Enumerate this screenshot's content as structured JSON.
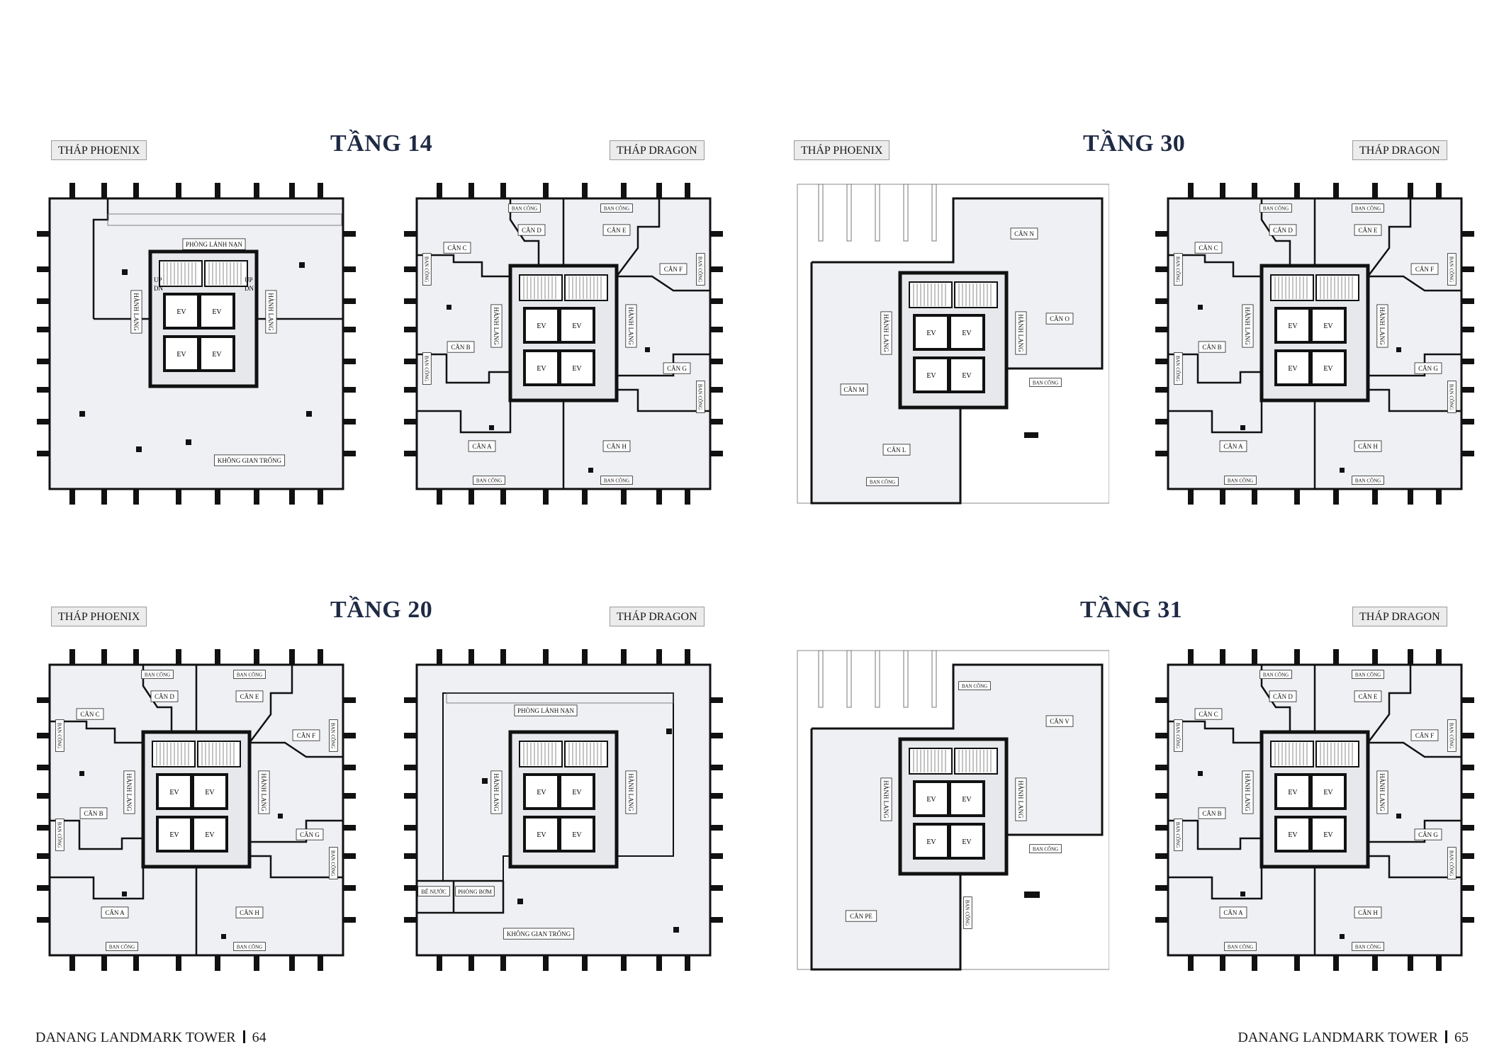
{
  "colors": {
    "title": "#1f2a44",
    "plan_fill": "#eef0f3",
    "wall": "#111111",
    "tag_bg": "#ececec"
  },
  "floors": {
    "f14": {
      "title": "TẦNG 14",
      "left_tower": "THÁP PHOENIX",
      "right_tower": "THÁP DRAGON",
      "phoenix": {
        "labels": [
          "PHÒNG LÁNH NẠN",
          "KHÔNG GIAN TRỐNG",
          "EV",
          "HÀNH LANG",
          "UP",
          "DN"
        ]
      },
      "dragon": {
        "labels": [
          "CĂN A",
          "CĂN B",
          "CĂN C",
          "CĂN D",
          "CĂN E",
          "CĂN F",
          "CĂN G",
          "CĂN H",
          "BAN CÔNG",
          "EV",
          "HÀNH LANG"
        ]
      }
    },
    "f20": {
      "title": "TẦNG 20",
      "left_tower": "THÁP PHOENIX",
      "right_tower": "THÁP DRAGON",
      "phoenix": {
        "labels": [
          "CĂN A",
          "CĂN B",
          "CĂN C",
          "CĂN D",
          "CĂN E",
          "CĂN F",
          "CĂN G",
          "CĂN H",
          "BAN CÔNG",
          "EV",
          "HÀNH LANG"
        ]
      },
      "dragon": {
        "labels": [
          "PHÒNG LÁNH NẠN",
          "KHÔNG GIAN TRỐNG",
          "BỂ NƯỚC",
          "PHÒNG BƠM",
          "EV",
          "HÀNH LANG"
        ]
      }
    },
    "f30": {
      "title": "TẦNG 30",
      "left_tower": "THÁP PHOENIX",
      "right_tower": "THÁP DRAGON",
      "phoenix": {
        "labels": [
          "CĂN N",
          "CĂN O",
          "CĂN M",
          "CĂN L",
          "BAN CÔNG",
          "EV",
          "HÀNH LANG"
        ]
      },
      "dragon": {
        "labels": [
          "CĂN A",
          "CĂN B",
          "CĂN C",
          "CĂN D",
          "CĂN E",
          "CĂN F",
          "CĂN G",
          "CĂN H",
          "BAN CÔNG",
          "EV",
          "HÀNH LANG"
        ]
      }
    },
    "f31": {
      "title": "TẦNG 31",
      "right_tower": "THÁP DRAGON",
      "phoenix": {
        "labels": [
          "CĂN V",
          "CĂN PE",
          "BAN CÔNG",
          "EV",
          "HÀNH LANG"
        ]
      },
      "dragon": {
        "labels": [
          "CĂN A",
          "CĂN B",
          "CĂN C",
          "CĂN D",
          "CĂN E",
          "CĂN F",
          "CĂN G",
          "CĂN H",
          "BAN CÔNG",
          "EV",
          "HÀNH LANG"
        ]
      }
    }
  },
  "footer": {
    "left": {
      "text": "DANANG LANDMARK TOWER",
      "page": "64"
    },
    "right": {
      "text": "DANANG LANDMARK TOWER",
      "page": "65"
    }
  }
}
